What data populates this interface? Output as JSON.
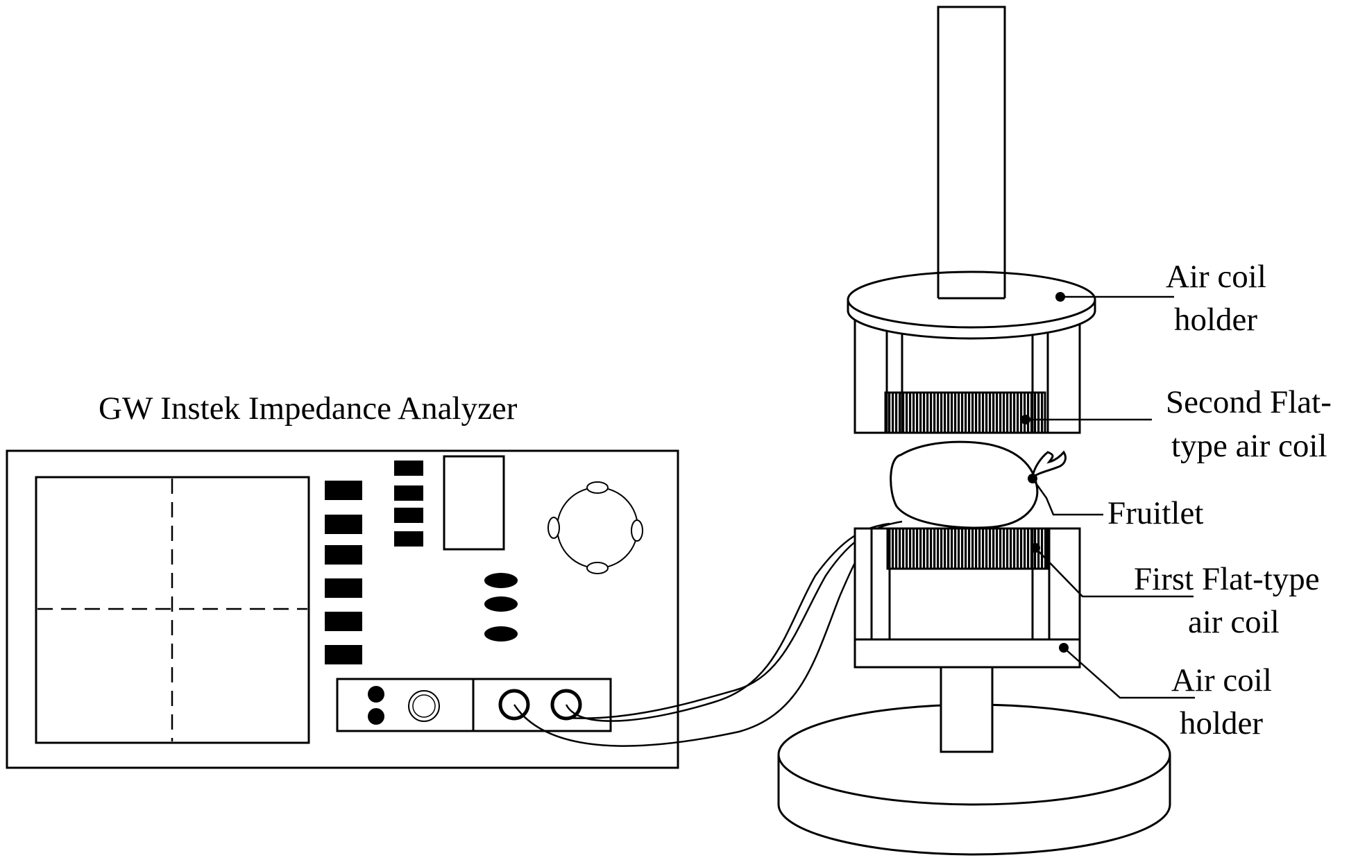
{
  "analyzer": {
    "title": "GW Instek Impedance Analyzer"
  },
  "labels": {
    "top_holder_line1": "Air coil",
    "top_holder_line2": "holder",
    "second_coil_line1": "Second Flat-",
    "second_coil_line2": "type air coil",
    "fruitlet": "Fruitlet",
    "first_coil_line1": "First Flat-type",
    "first_coil_line2": "air coil",
    "bottom_holder_line1": "Air coil",
    "bottom_holder_line2": "holder"
  },
  "colors": {
    "stroke": "#000000",
    "background": "#ffffff"
  }
}
